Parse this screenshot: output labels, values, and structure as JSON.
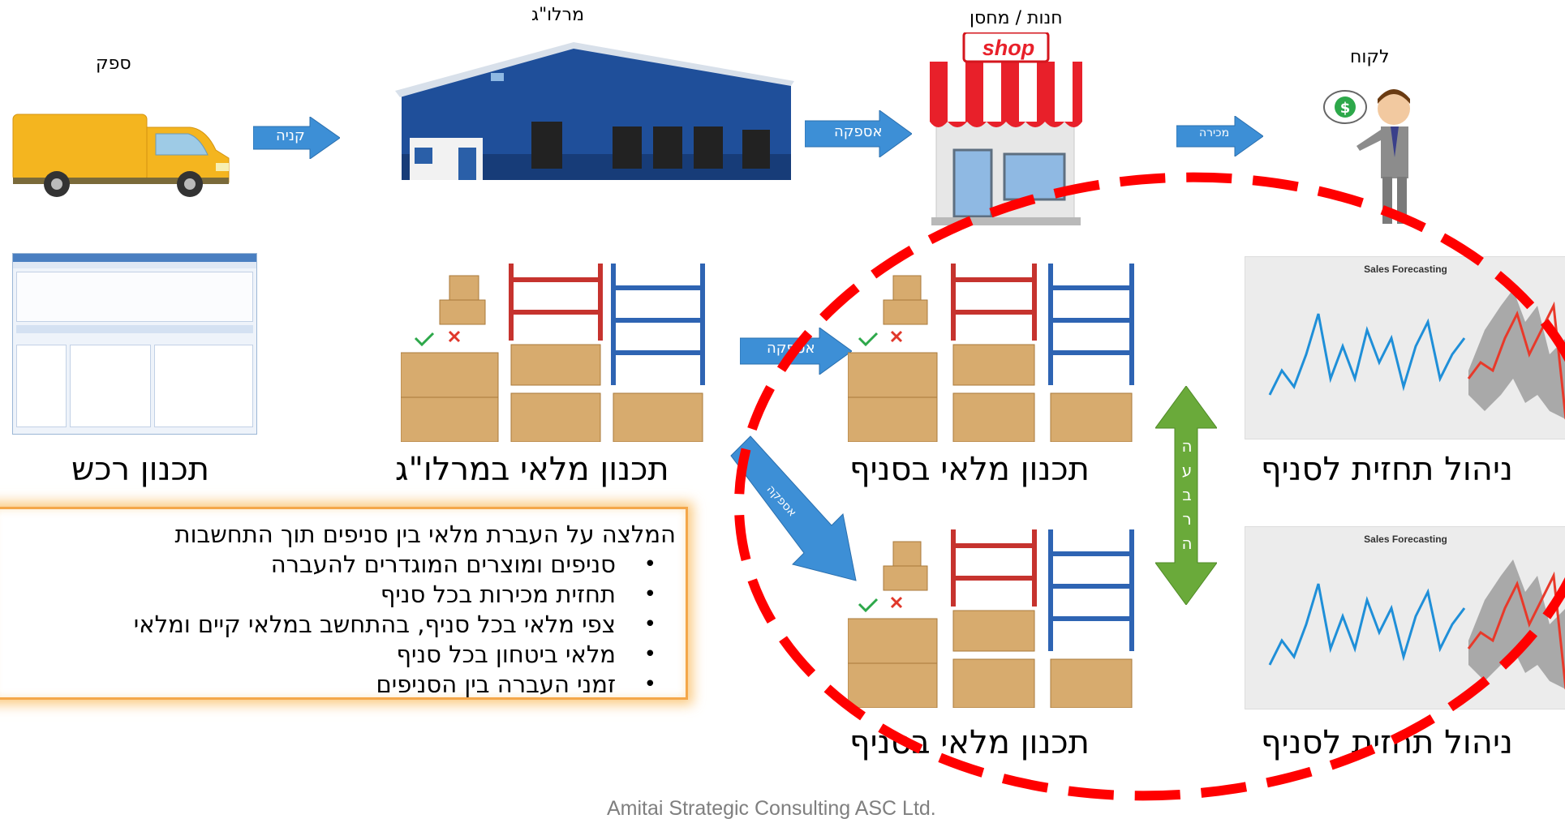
{
  "top_labels": {
    "supplier": "ספק",
    "dc": "מרלו\"ג",
    "store": "חנות / מחסן",
    "customer": "לקוח",
    "shop_sign": "shop"
  },
  "flow_arrows": {
    "buy": "קניה",
    "supply_top": "אספקה",
    "sale": "מכירה",
    "supply_mid": "אספקה",
    "supply_diag": "אספקה",
    "transfer_letters": [
      "ה",
      "ע",
      "ב",
      "ר",
      "ה"
    ]
  },
  "captions": {
    "procurement_planning": "תכנון רכש",
    "dc_inventory_planning": "תכנון מלאי במרלו\"ג",
    "branch_inventory_planning_1": "תכנון מלאי בסניף",
    "branch_forecast_1": "ניהול תחזית לסניף",
    "branch_inventory_planning_2": "תכנון מלאי בסניף",
    "branch_forecast_2": "ניהול תחזית לסניף"
  },
  "recommendation": {
    "title": "המלצה על העברת מלאי בין סניפים תוך התחשבות",
    "items": [
      "סניפים ומוצרים המוגדרים להעברה",
      "תחזית מכירות בכל סניף",
      "צפי מלאי בכל סניף, בהתחשב במלאי קיים ומלאי",
      "מלאי ביטחון בכל סניף",
      "זמני העברה בין הסניפים"
    ]
  },
  "charts": {
    "title": "Sales Forecasting"
  },
  "footer": "Amitai Strategic Consulting ASC Ltd.",
  "colors": {
    "arrow_blue": "#3d8fd6",
    "transfer_green": "#6aaa3a",
    "dashed_red": "#ff0000",
    "forecast_line": "#1f8fd8",
    "forecast_red": "#e8392a"
  }
}
